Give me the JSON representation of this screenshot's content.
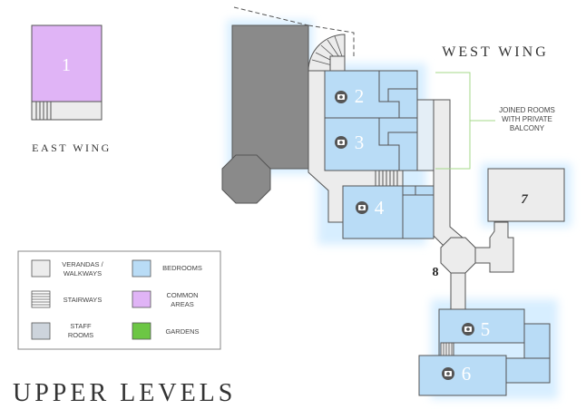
{
  "map": {
    "page_title": "UPPER LEVELS",
    "wings": {
      "west": "WEST WING",
      "east": "EAST WING"
    },
    "callout": {
      "line1": "JOINED ROOMS",
      "line2": "WITH PRIVATE",
      "line3": "BALCONY"
    },
    "room_numbers": {
      "r1": "1",
      "r2": "2",
      "r3": "3",
      "r4": "4",
      "r5": "5",
      "r6": "6",
      "r7": "7",
      "r8": "8"
    },
    "photo_icon_rooms": [
      "2",
      "3",
      "4",
      "5",
      "6"
    ]
  },
  "legend": {
    "verandas": {
      "line1": "VERANDAS /",
      "line2": "WALKWAYS"
    },
    "bedrooms": "BEDROOMS",
    "stairways": "STAIRWAYS",
    "common": {
      "line1": "COMMON",
      "line2": "AREAS"
    },
    "staff": {
      "line1": "STAFF",
      "line2": "ROOMS"
    },
    "gardens": "GARDENS"
  },
  "colors": {
    "bedroom": "#b9dcf6",
    "walkway": "#ececec",
    "common": "#e0b4f6",
    "staff": "#cdd4dc",
    "gardens": "#6cc644",
    "building_dark": "#8a8a8a",
    "outline": "#555555",
    "glow": "#d3ecff",
    "callout_line": "#a6d98a"
  }
}
